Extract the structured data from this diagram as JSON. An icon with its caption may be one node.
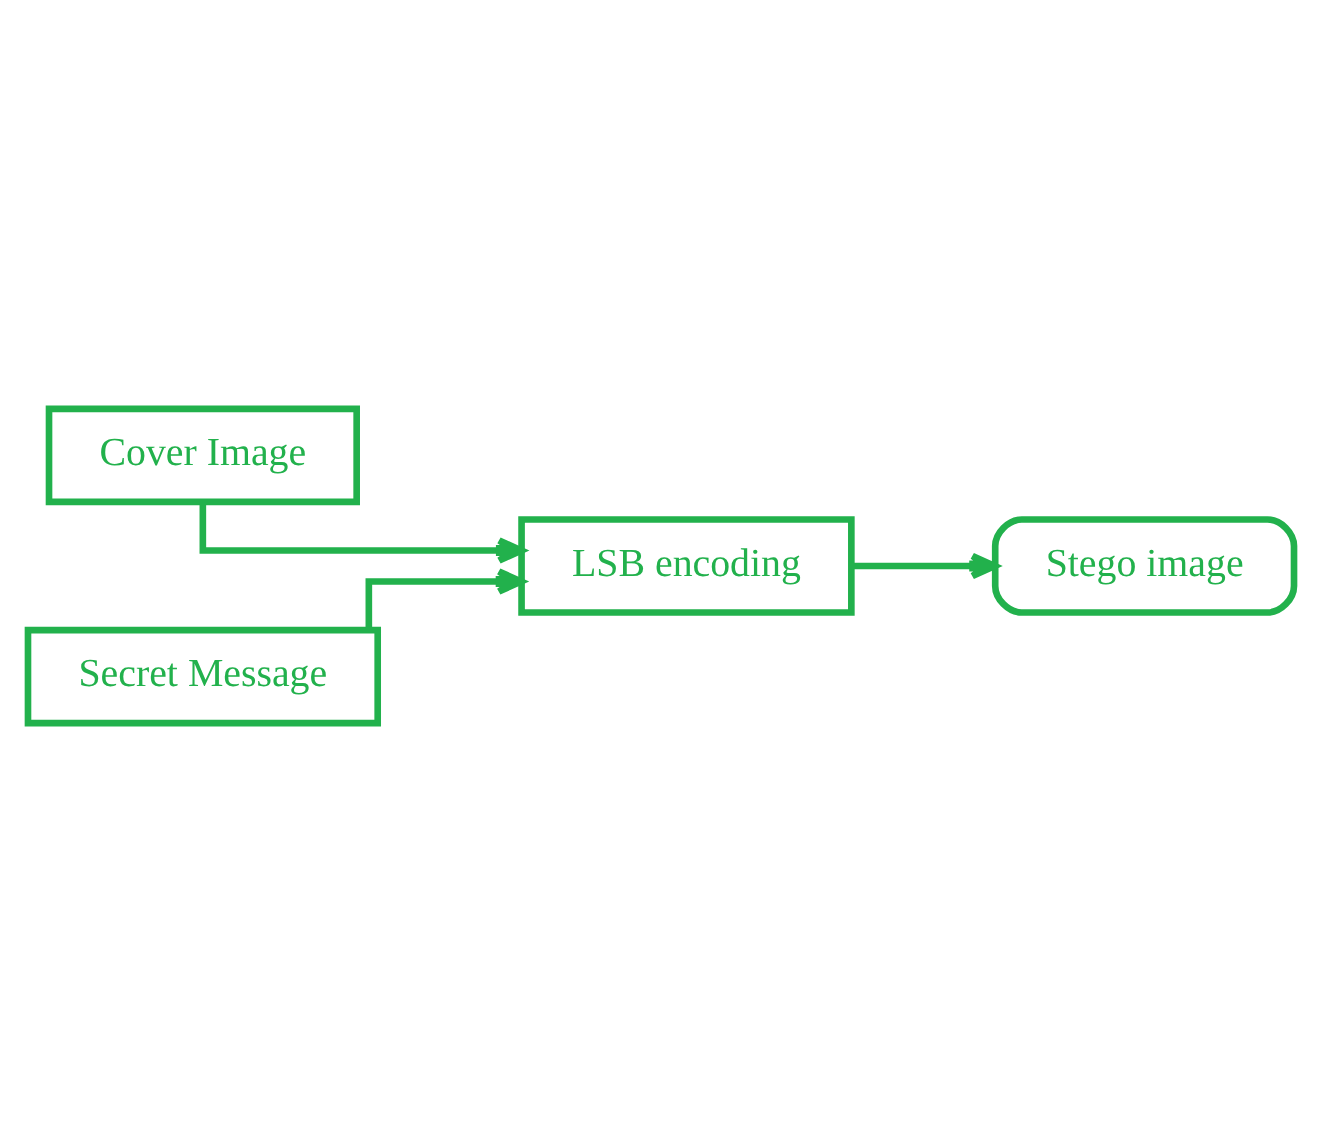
{
  "diagram": {
    "nodes": [
      {
        "text": [
          "Cover Image"
        ]
      },
      {
        "text": [
          "Secret Message"
        ]
      },
      {
        "text": [
          "LSB encoding"
        ]
      },
      {
        "text": [
          "Stego image"
        ]
      }
    ],
    "edges": [
      {
        "from": 0,
        "to": 2,
        "arrow": "to"
      },
      {
        "from": 1,
        "to": 2,
        "arrow": "to"
      },
      {
        "from": 2,
        "to": 3,
        "arrow": "to"
      }
    ]
  }
}
